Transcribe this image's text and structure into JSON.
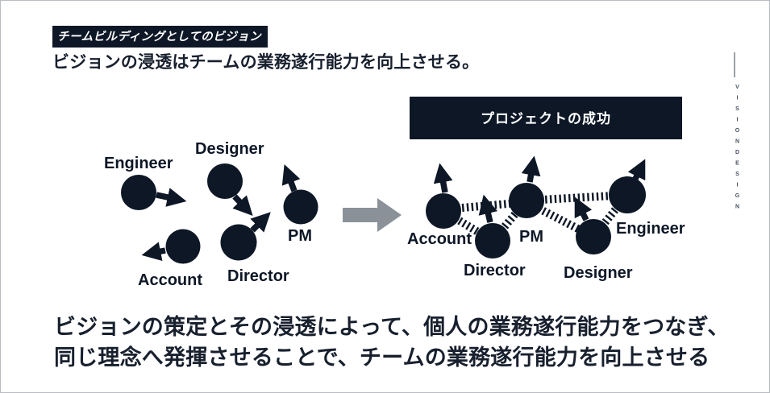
{
  "slide": {
    "tag_label": "チームビルディングとしてのビジョン",
    "heading": "ビジョンの浸透はチームの業務遂行能力を向上させる。",
    "conclusion_line1": "ビジョンの策定とその浸透によって、個人の業務遂行能力をつなぎ、",
    "conclusion_line2": "同じ理念へ発揮させることで、チームの業務遂行能力を向上させる",
    "side_vertical_text": "VISIONDESIGN"
  },
  "before_diagram": {
    "nodes": {
      "engineer": "Engineer",
      "designer": "Designer",
      "pm": "PM",
      "account": "Account",
      "director": "Director"
    }
  },
  "after_diagram": {
    "goal_label": "プロジェクトの成功",
    "nodes": {
      "account": "Account",
      "director": "Director",
      "pm": "PM",
      "designer": "Designer",
      "engineer": "Engineer"
    }
  },
  "colors": {
    "dark_navy": "#0d1726",
    "arrow_gray": "#8b9199",
    "background": "#ffffff"
  }
}
